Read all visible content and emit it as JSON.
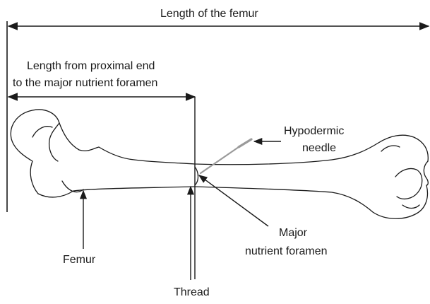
{
  "labels": {
    "femur_length": "Length of the femur",
    "proximal_line1": "Length from proximal end",
    "proximal_line2": "to the major nutrient foramen",
    "needle_line1": "Hypodermic",
    "needle_line2": "needle",
    "foramen_line1": "Major",
    "foramen_line2": "nutrient foramen",
    "femur": "Femur",
    "thread": "Thread"
  },
  "colors": {
    "ink": "#1a1a1a",
    "needle": "#9a9a9a"
  }
}
